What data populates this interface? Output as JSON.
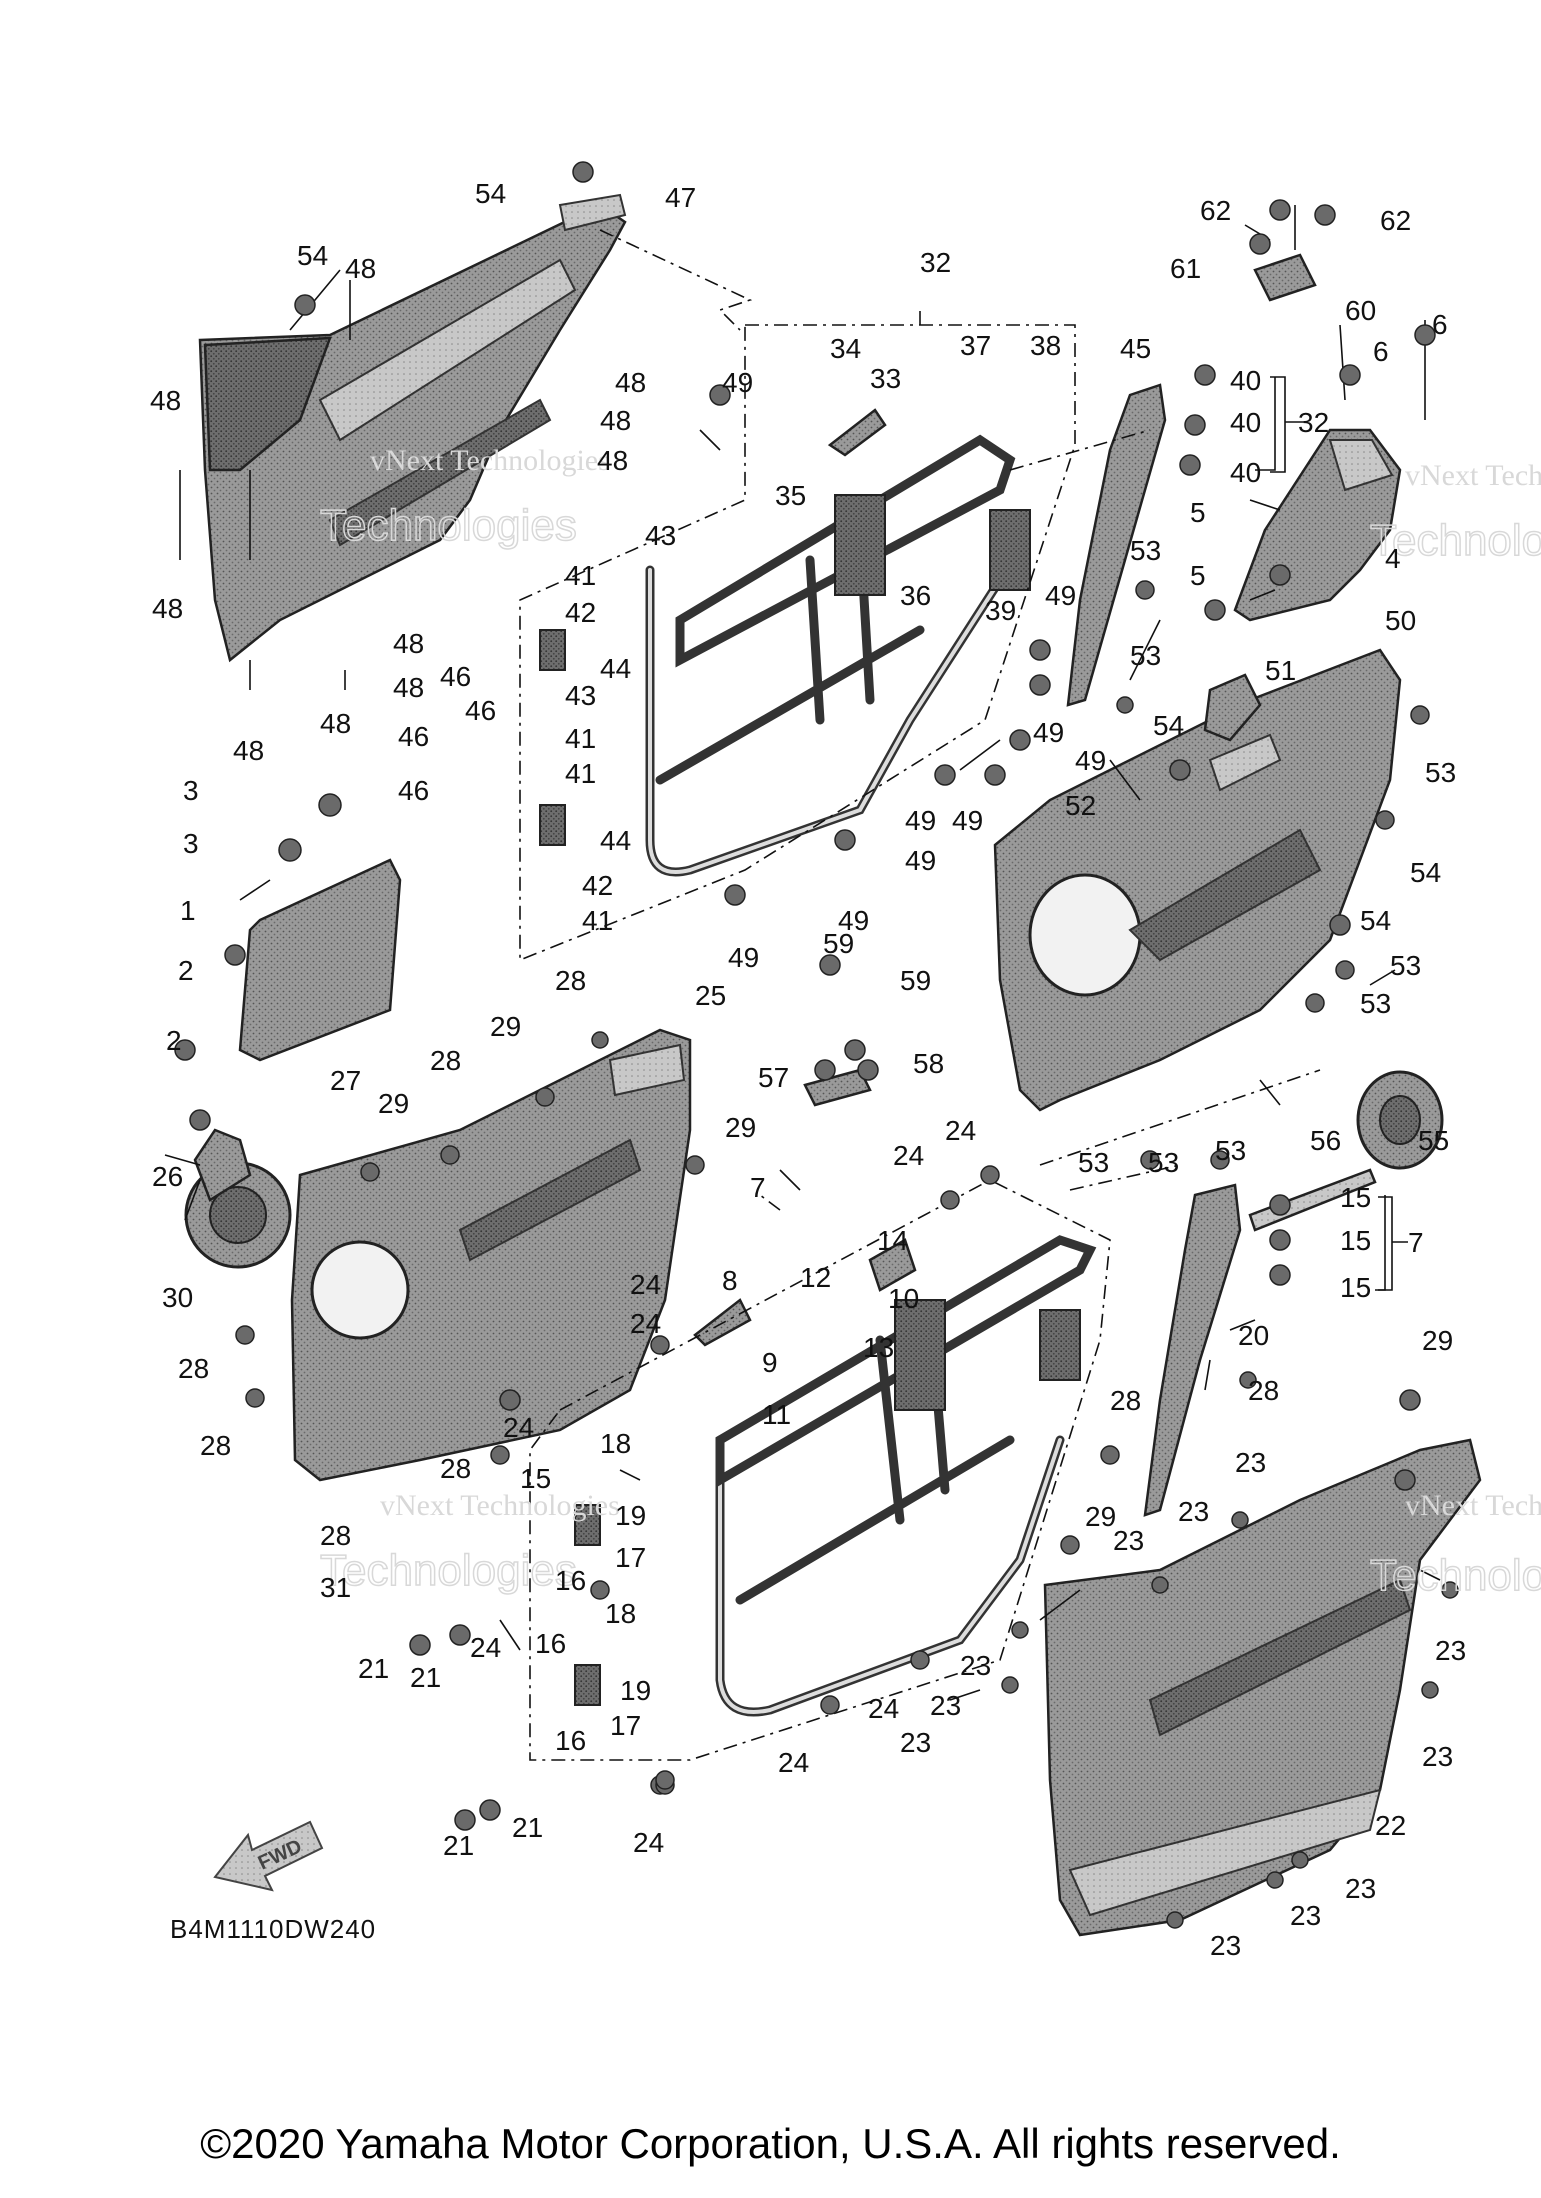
{
  "diagram": {
    "code": "B4M1110DW240",
    "fwd_label": "FWD",
    "watermark": {
      "line1": "vNext Technologies",
      "line2": "Technologies"
    },
    "colors": {
      "panel_fill": "#8a8a8a",
      "panel_dark": "#5e5e5e",
      "ink": "#111111"
    }
  },
  "callouts": {
    "c1": "1",
    "c2": "2",
    "c3": "3",
    "c4": "4",
    "c5": "5",
    "c6": "6",
    "c7": "7",
    "c8": "8",
    "c9": "9",
    "c10": "10",
    "c11": "11",
    "c12": "12",
    "c13": "13",
    "c14": "14",
    "c15": "15",
    "c16": "16",
    "c17": "17",
    "c18": "18",
    "c19": "19",
    "c20": "20",
    "c21": "21",
    "c22": "22",
    "c23": "23",
    "c24": "24",
    "c25": "25",
    "c26": "26",
    "c27": "27",
    "c28": "28",
    "c29": "29",
    "c30": "30",
    "c31": "31",
    "c32": "32",
    "c33": "33",
    "c34": "34",
    "c35": "35",
    "c36": "36",
    "c37": "37",
    "c38": "38",
    "c39": "39",
    "c40": "40",
    "c41": "41",
    "c42": "42",
    "c43": "43",
    "c44": "44",
    "c45": "45",
    "c46": "46",
    "c47": "47",
    "c48": "48",
    "c49": "49",
    "c50": "50",
    "c51": "51",
    "c52": "52",
    "c53": "53",
    "c54": "54",
    "c55": "55",
    "c56": "56",
    "c57": "57",
    "c58": "58",
    "c59": "59",
    "c60": "60",
    "c61": "61",
    "c62": "62"
  },
  "footer": {
    "copyright": "©2020 Yamaha Motor Corporation, U.S.A. All rights reserved."
  }
}
